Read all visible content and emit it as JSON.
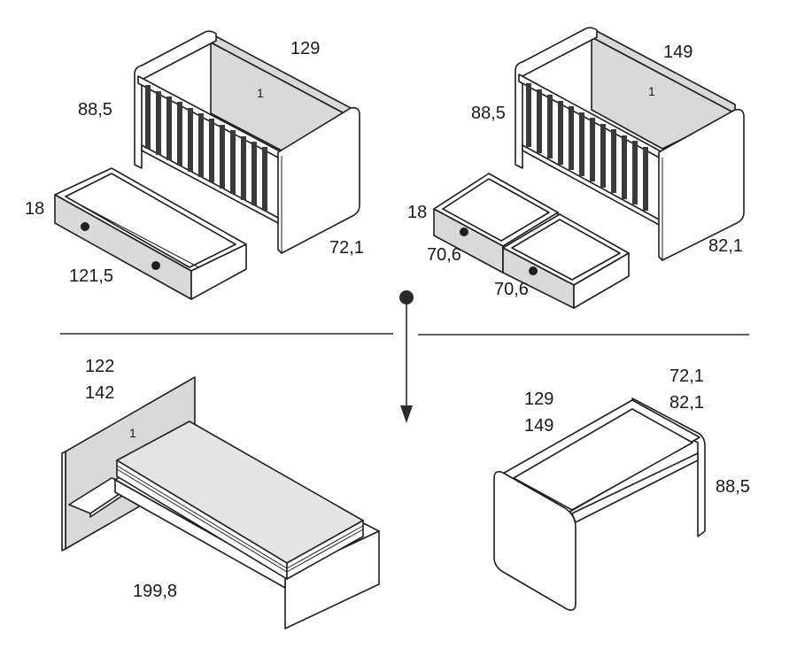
{
  "colors": {
    "line": "#1e1e1e",
    "panel_gray": "#d9d9d9",
    "slat": "#3a3a3a",
    "background": "#ffffff"
  },
  "cot_single_drawer": {
    "length": "129",
    "height": "88,5",
    "width": "72,1",
    "drawer_height": "18",
    "drawer_length": "121,5",
    "panel_number": "1"
  },
  "cot_double_drawer": {
    "length": "149",
    "height": "88,5",
    "width": "82,1",
    "drawer_height": "18",
    "drawer_length_left": "70,6",
    "drawer_length_right": "70,6",
    "panel_number": "1"
  },
  "bed": {
    "head_size_a": "122",
    "head_size_b": "142",
    "length": "199,8",
    "panel_number": "1"
  },
  "desk": {
    "length_a": "129",
    "length_b": "149",
    "depth_a": "72,1",
    "depth_b": "82,1",
    "height": "88,5"
  }
}
